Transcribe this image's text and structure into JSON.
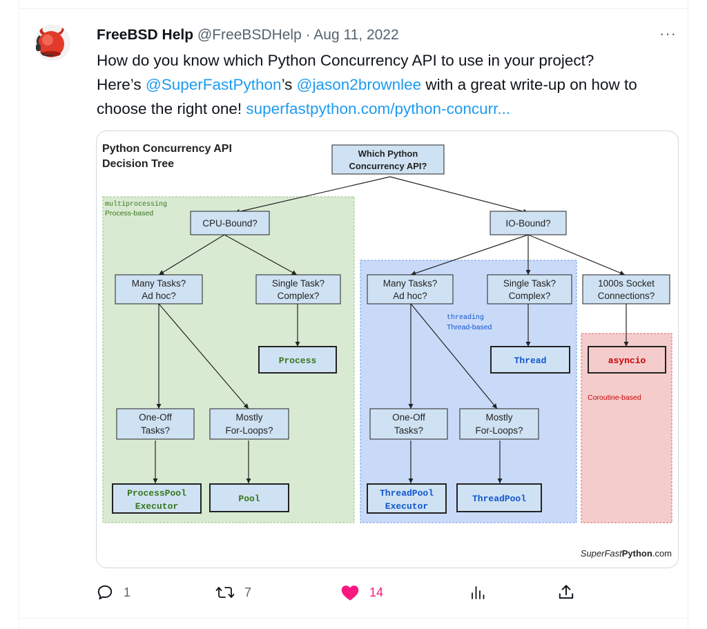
{
  "tweet": {
    "author_name": "FreeBSD Help",
    "author_handle": "@FreeBSDHelp",
    "separator": " · ",
    "date": "Aug 11, 2022",
    "more_label": "···",
    "text_line1": "How do you know which Python Concurrency API to use in your project?",
    "text_here": "Here’s ",
    "mention1": "@SuperFastPython",
    "text_apos": "’s ",
    "mention2": "@jason2brownlee",
    "text_after": " with a great write-up on how to choose the right one! ",
    "url": "superfastpython.com/python-concurr..."
  },
  "diagram": {
    "title_line1": "Python Concurrency API",
    "title_line2": "Decision Tree",
    "root_line1": "Which Python",
    "root_line2": "Concurrency API?",
    "mp_label": "multiprocessing",
    "mp_sub": "Process-based",
    "cpu_bound": "CPU-Bound?",
    "io_bound": "IO-Bound?",
    "many_line1": "Many Tasks?",
    "many_line2": "Ad hoc?",
    "single_line1": "Single Task?",
    "single_line2": "Complex?",
    "socket_line1": "1000s Socket",
    "socket_line2": "Connections?",
    "threading_label": "threading",
    "threading_sub": "Thread-based",
    "process": "Process",
    "thread": "Thread",
    "asyncio": "asyncio",
    "coroutine_sub": "Coroutine-based",
    "oneoff_line1": "One-Off",
    "oneoff_line2": "Tasks?",
    "loops_line1": "Mostly",
    "loops_line2": "For-Loops?",
    "ppe_line1": "ProcessPool",
    "ppe_line2": "Executor",
    "pool": "Pool",
    "tpe_line1": "ThreadPool",
    "tpe_line2": "Executor",
    "threadpool": "ThreadPool",
    "credit_a": "SuperFast",
    "credit_b": "Python",
    "credit_c": ".com"
  },
  "actions": {
    "reply_count": "1",
    "retweet_count": "7",
    "like_count": "14"
  },
  "colors": {
    "like": "#f91880",
    "link": "#1d9bf0",
    "green_panel": "#d9ead3",
    "blue_panel": "#c9daf8",
    "red_panel": "#f4cccc",
    "node_fill": "#cfe2f3"
  }
}
